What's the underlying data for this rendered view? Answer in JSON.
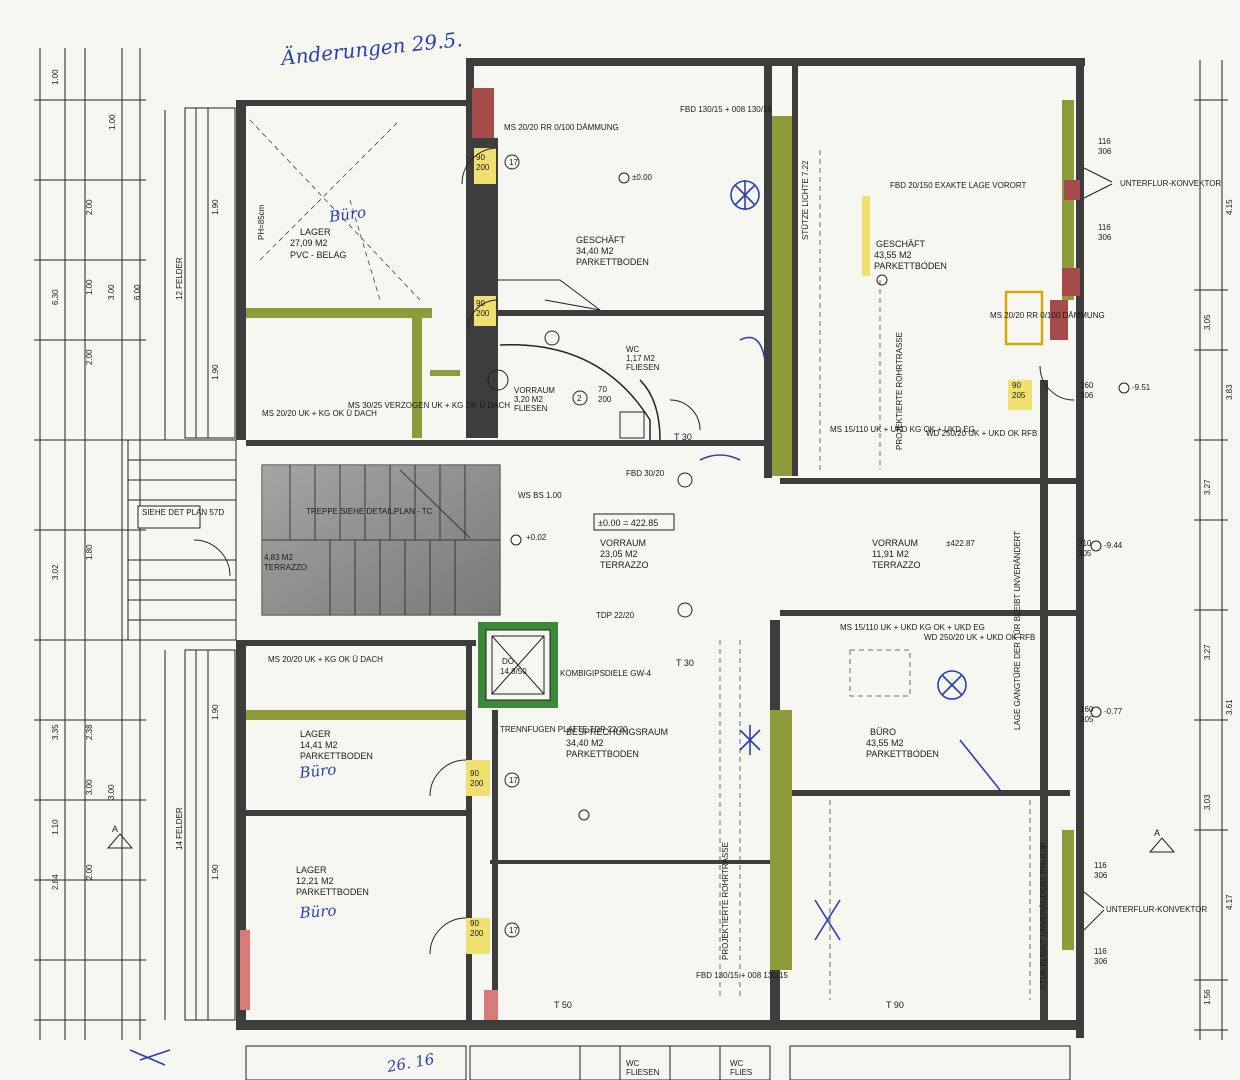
{
  "rooms": {
    "lager_top": {
      "name": "LAGER",
      "area": "27,09 M2",
      "floor": "PVC - BELAG"
    },
    "geschaeft_a": {
      "name": "GESCHÄFT",
      "area": "34,40 M2",
      "floor": "PARKETTBODEN"
    },
    "geschaeft_b": {
      "name": "GESCHÄFT",
      "area": "43,55 M2",
      "floor": "PARKETTBODEN"
    },
    "wc_top": {
      "name": "WC",
      "area": "1,17 M2",
      "floor": "FLIESEN"
    },
    "vorraum_small": {
      "name": "VORRAUM",
      "area": "3,20 M2",
      "floor": "FLIESEN"
    },
    "vorraum_main": {
      "name": "VORRAUM",
      "area": "23,05 M2",
      "floor": "TERRAZZO",
      "level": "±0.00 = 422.85"
    },
    "vorraum_right": {
      "name": "VORRAUM",
      "area": "11,91 M2",
      "floor": "TERRAZZO"
    },
    "stair": {
      "name": "TREPPE SIEHE DETAILPLAN - TC"
    },
    "terrazzo": {
      "area": "4,83 M2",
      "floor": "TERRAZZO"
    },
    "lager_mid": {
      "name": "LAGER",
      "area": "14,41 M2",
      "floor": "PARKETTBODEN"
    },
    "lager_low": {
      "name": "LAGER",
      "area": "12,21 M2",
      "floor": "PARKETTBODEN"
    },
    "besprechung": {
      "name": "BESPRECHUNGSRAUM",
      "area": "34,40 M2",
      "floor": "PARKETTBODEN"
    },
    "buero": {
      "name": "BÜRO",
      "area": "43,55 M2",
      "floor": "PARKETTBODEN"
    },
    "do": {
      "name": "DO",
      "size": "14,8/50"
    },
    "wc_bottom_a": {
      "name": "WC",
      "floor": "FLIESEN"
    },
    "wc_bottom_b": {
      "name": "WC",
      "floor": "FLIES"
    }
  },
  "notes": {
    "ms_top": "MS 20/20 RR 0/100 DÄMMUNG",
    "ms_right": "MS 20/20 RR 0/100 DÄMMUNG",
    "ms_mid_left": "MS 20/20 UK + KG OK Ü DACH",
    "ms_verzogen": "MS 30/25 VERZOGEN UK + KG OK Ü DACH",
    "ms_lower_left": "MS 20/20 UK + KG OK Ü DACH",
    "ms15_top": "MS 15/110 UK + UKD KG OK + UKD EG",
    "ms15_low": "MS 15/110 UK + UKD KG OK + UKD EG",
    "wd_top": "WD 250/20 UK + UKD OK RFB",
    "wd_low": "WD 250/20 UK + UKD OK RFB",
    "fbd_top": "FBD 130/15 + 008 130/15",
    "fbd_150": "FBD 20/150 EXAKTE LAGE VORORT",
    "fbd_bottom": "FBD 130/15 + 008 130/15",
    "fbd_mid": "FBD 30/20",
    "stuetze": "STÜTZE LICHTE 7.22",
    "rohrtrasse_a": "PROJEKTIERTE ROHRTRASSE",
    "rohrtrasse_b": "PROJEKTIERTE ROHRTRASSE",
    "konvektor_top": "UNTERFLUR-KONVEKTOR",
    "konvektor_bottom": "UNTERFLUR-KONVEKTOR",
    "trennfugen": "TRENNFUGEN PLATTE TDP 22/20",
    "kombi": "KOMBIGIPSDIELE GW-4",
    "ws": "WS BS 1.00",
    "siehe": "SIEHE DET PLAN 57D",
    "lage_gang": "LAGE GANGTÜRE DER TÜR BLEIBT UNVERÄNDERT",
    "stuk": "STUK BLEIBT UNVERÄNDERT PH=0.00",
    "tdp_top": "TDP 22/20",
    "t30a": "T 30",
    "t30b": "T 30",
    "t50": "T 50",
    "t90": "T 90",
    "pwh": "PH=85cm",
    "felder_a": "12 FELDER",
    "felder_b": "14 FELDER",
    "level_002": "+0.02",
    "level_000": "±0.00",
    "level_right": "±422.87",
    "level_r1": "-9.51",
    "level_r2": "-9.44",
    "level_r3": "-0.77",
    "section_a": "A",
    "section_b": "A"
  },
  "handwriting": {
    "top": "Änderungen 29.5.",
    "lager_top": "Büro",
    "lager_mid": "Büro",
    "lager_low": "Büro",
    "bottom": "26. 16"
  },
  "dimensions_left": [
    "1.00",
    "2.00",
    "1.00",
    "2.00",
    "6.30",
    "3.02",
    "1.80",
    "3.35",
    "3.00",
    "2.84",
    "2.00",
    "1.10",
    "1.00"
  ],
  "dimensions_inner": [
    "1.90",
    "1.90",
    "3.00",
    "6.00",
    "3.00",
    "1.90",
    "1.90",
    "2.38"
  ],
  "dimensions_right": [
    "4.15",
    "3.05",
    "3.83",
    "3.27",
    "3.27",
    "3.61",
    "3.03",
    "4.17",
    "1.56"
  ],
  "doors": {
    "d1": {
      "w": "90",
      "h": "200",
      "n": "17"
    },
    "d2": {
      "w": "90",
      "h": "200"
    },
    "d3": {
      "w": "70",
      "h": "200",
      "n": "2"
    },
    "d4": {
      "w": "90",
      "h": "200",
      "n": "17"
    },
    "d5": {
      "w": "90",
      "h": "200",
      "n": "17"
    },
    "d6": {
      "w": "90",
      "h": "205"
    },
    "d7": {
      "w": "210",
      "h": "305"
    },
    "d8": {
      "w": "116",
      "h": "306"
    },
    "d9": {
      "w": "116",
      "h": "306"
    },
    "d10": {
      "w": "160",
      "h": "306"
    },
    "d11": {
      "w": "116",
      "h": "306"
    },
    "d12": {
      "w": "116",
      "h": "306"
    },
    "d13": {
      "w": "160",
      "h": "305"
    }
  },
  "colors": {
    "wall": "#3d3d3d",
    "olive": "#8f9a3a",
    "brick": "#a54b4b",
    "stair": "#8c8c8c",
    "ink": "#2a3fb0",
    "paper": "#f7f7f2"
  }
}
